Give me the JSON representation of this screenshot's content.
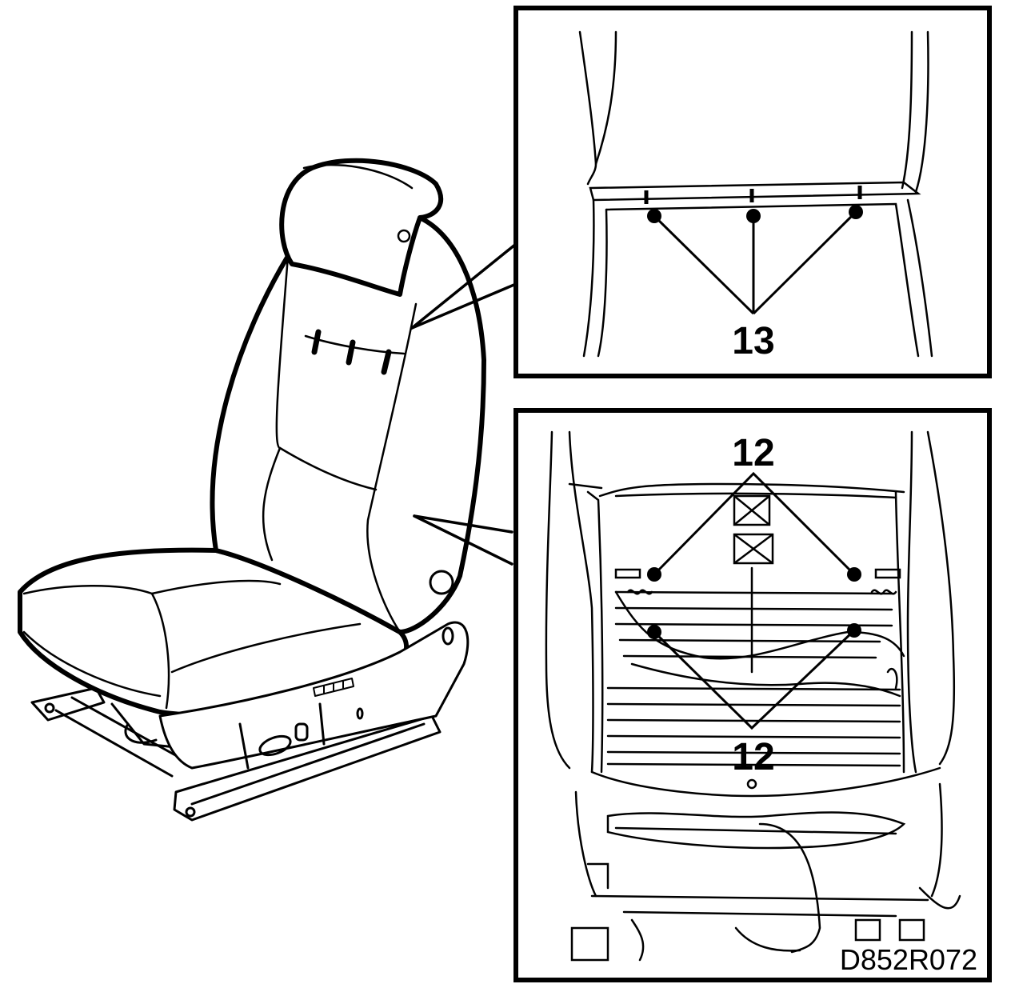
{
  "callouts": {
    "top_panel_label": "13",
    "bottom_panel_top_label": "12",
    "bottom_panel_bottom_label": "12"
  },
  "figure_code": "D852R072",
  "colors": {
    "ink": "#000000",
    "paper": "#ffffff"
  }
}
